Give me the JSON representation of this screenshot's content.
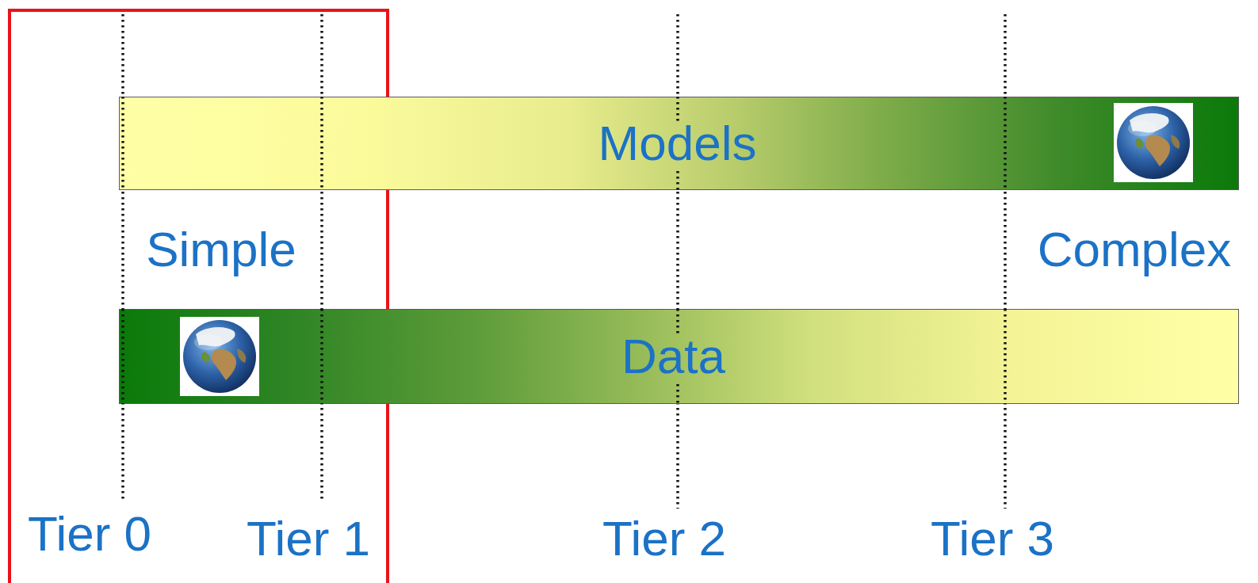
{
  "diagram": {
    "nodes": [
      {
        "text": [
          "Models"
        ]
      },
      {
        "text": [
          "Data"
        ]
      }
    ],
    "labels": [
      "Simple",
      "Complex",
      "Tier 0",
      "Tier 1",
      "Tier 2",
      "Tier 3"
    ]
  }
}
